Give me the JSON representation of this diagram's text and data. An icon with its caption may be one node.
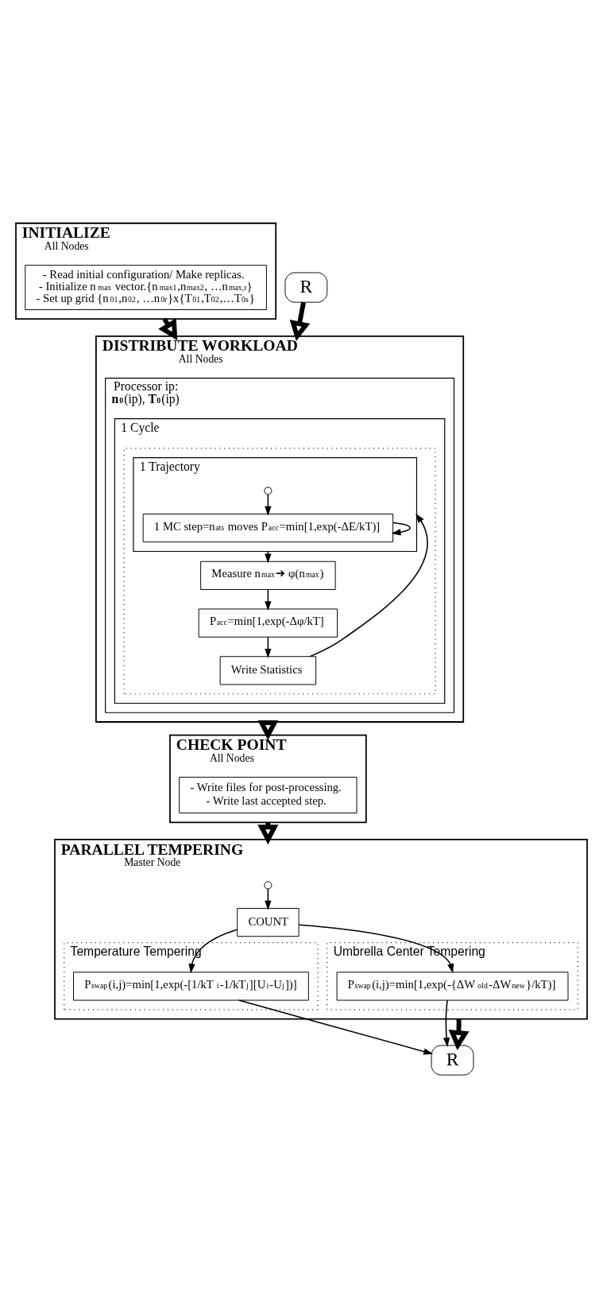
{
  "diagram": {
    "nodes": [
      {
        "text": [
          "INITIALIZE",
          "All Nodes"
        ]
      },
      {
        "text": [
          "- Read initial configuration/ Make replicas.",
          "- Initialize n$_{max}$ vector.{n$_{max1}$,n$_{max2}$, …n$_{max,r}$}",
          "- Set up grid {n$_{01}$,n$_{02}$, …n$_{0r}$}x{T$_{01}$,T$_{02}$,…T$_{0s}$}"
        ],
        "in": 0
      },
      {
        "text": [
          "R"
        ]
      },
      {
        "text": [
          "DISTRIBUTE WORKLOAD",
          "All Nodes"
        ]
      },
      {
        "text": [
          "Processor ip:",
          "**n$_{0}$**(ip), **T$_{0}$**(ip)"
        ],
        "in": 3
      },
      {
        "text": [
          "1 Cycle"
        ],
        "in": 4
      },
      {
        "text": [],
        "shape": "box",
        "in": 5
      },
      {
        "text": [
          "1 Trajectory"
        ],
        "in": 6
      },
      {
        "text": [],
        "shape": "circle",
        "in": 7
      },
      {
        "text": [
          "1 MC step=n$_{ats}$ moves P$_{acc}$=min[1,exp(-ΔE/kT)]"
        ],
        "in": 7
      },
      {
        "text": [
          "Measure n$_{max}$➜ φ(n$_{max}$)"
        ],
        "in": 6
      },
      {
        "text": [
          "P$_{acc}$=min[1,exp(-Δφ/kT]"
        ],
        "in": 6
      },
      {
        "text": [
          "Write Statistics"
        ],
        "in": 6
      },
      {
        "text": [
          "CHECK POINT",
          "All Nodes"
        ]
      },
      {
        "text": [
          "- Write files for post-processing.",
          "- Write last accepted step."
        ],
        "in": 13
      },
      {
        "text": [
          "PARALLEL TEMPERING",
          "Master Node"
        ]
      },
      {
        "text": [],
        "shape": "circle",
        "in": 15
      },
      {
        "text": [
          "COUNT"
        ],
        "in": 15
      },
      {
        "text": [
          "Temperature Tempering"
        ],
        "in": 15
      },
      {
        "text": [
          "P$_{swap}$(i,j)=min[1,exp(-[1/kT$_{i}$-1/kT$_{j}$][U$_{i}$-U$_{j}$])]"
        ],
        "in": 18
      },
      {
        "text": [
          "Umbrella Center Tempering"
        ],
        "in": 15
      },
      {
        "text": [
          "P$_{swap}$(i,j)=min[1,exp(-{ΔW$_{old}$-ΔW$_{new}$}/kT)]"
        ],
        "in": 20
      },
      {
        "text": [
          "R"
        ]
      }
    ],
    "edges": [
      {
        "from": 0,
        "to": 3,
        "arrow": "to",
        "style": "thick"
      },
      {
        "from": 2,
        "to": 3,
        "arrow": "to",
        "style": "thick"
      },
      {
        "from": 8,
        "to": 9,
        "arrow": "to"
      },
      {
        "from": 9,
        "to": 9,
        "arrow": "to"
      },
      {
        "from": 7,
        "to": 10,
        "arrow": "to"
      },
      {
        "from": 10,
        "to": 11,
        "arrow": "to"
      },
      {
        "from": 11,
        "to": 12,
        "arrow": "to"
      },
      {
        "from": 12,
        "to": 7,
        "arrow": "to"
      },
      {
        "from": 3,
        "to": 13,
        "arrow": "to",
        "style": "thick"
      },
      {
        "from": 13,
        "to": 15,
        "arrow": "to",
        "style": "thick"
      },
      {
        "from": 16,
        "to": 17,
        "arrow": "to"
      },
      {
        "from": 17,
        "to": 19,
        "arrow": "to"
      },
      {
        "from": 17,
        "to": 21,
        "arrow": "to"
      },
      {
        "from": 19,
        "to": 22,
        "arrow": "to"
      },
      {
        "from": 21,
        "to": 22,
        "arrow": "to"
      },
      {
        "from": 15,
        "to": 22,
        "arrow": "to",
        "style": "thick"
      }
    ]
  }
}
